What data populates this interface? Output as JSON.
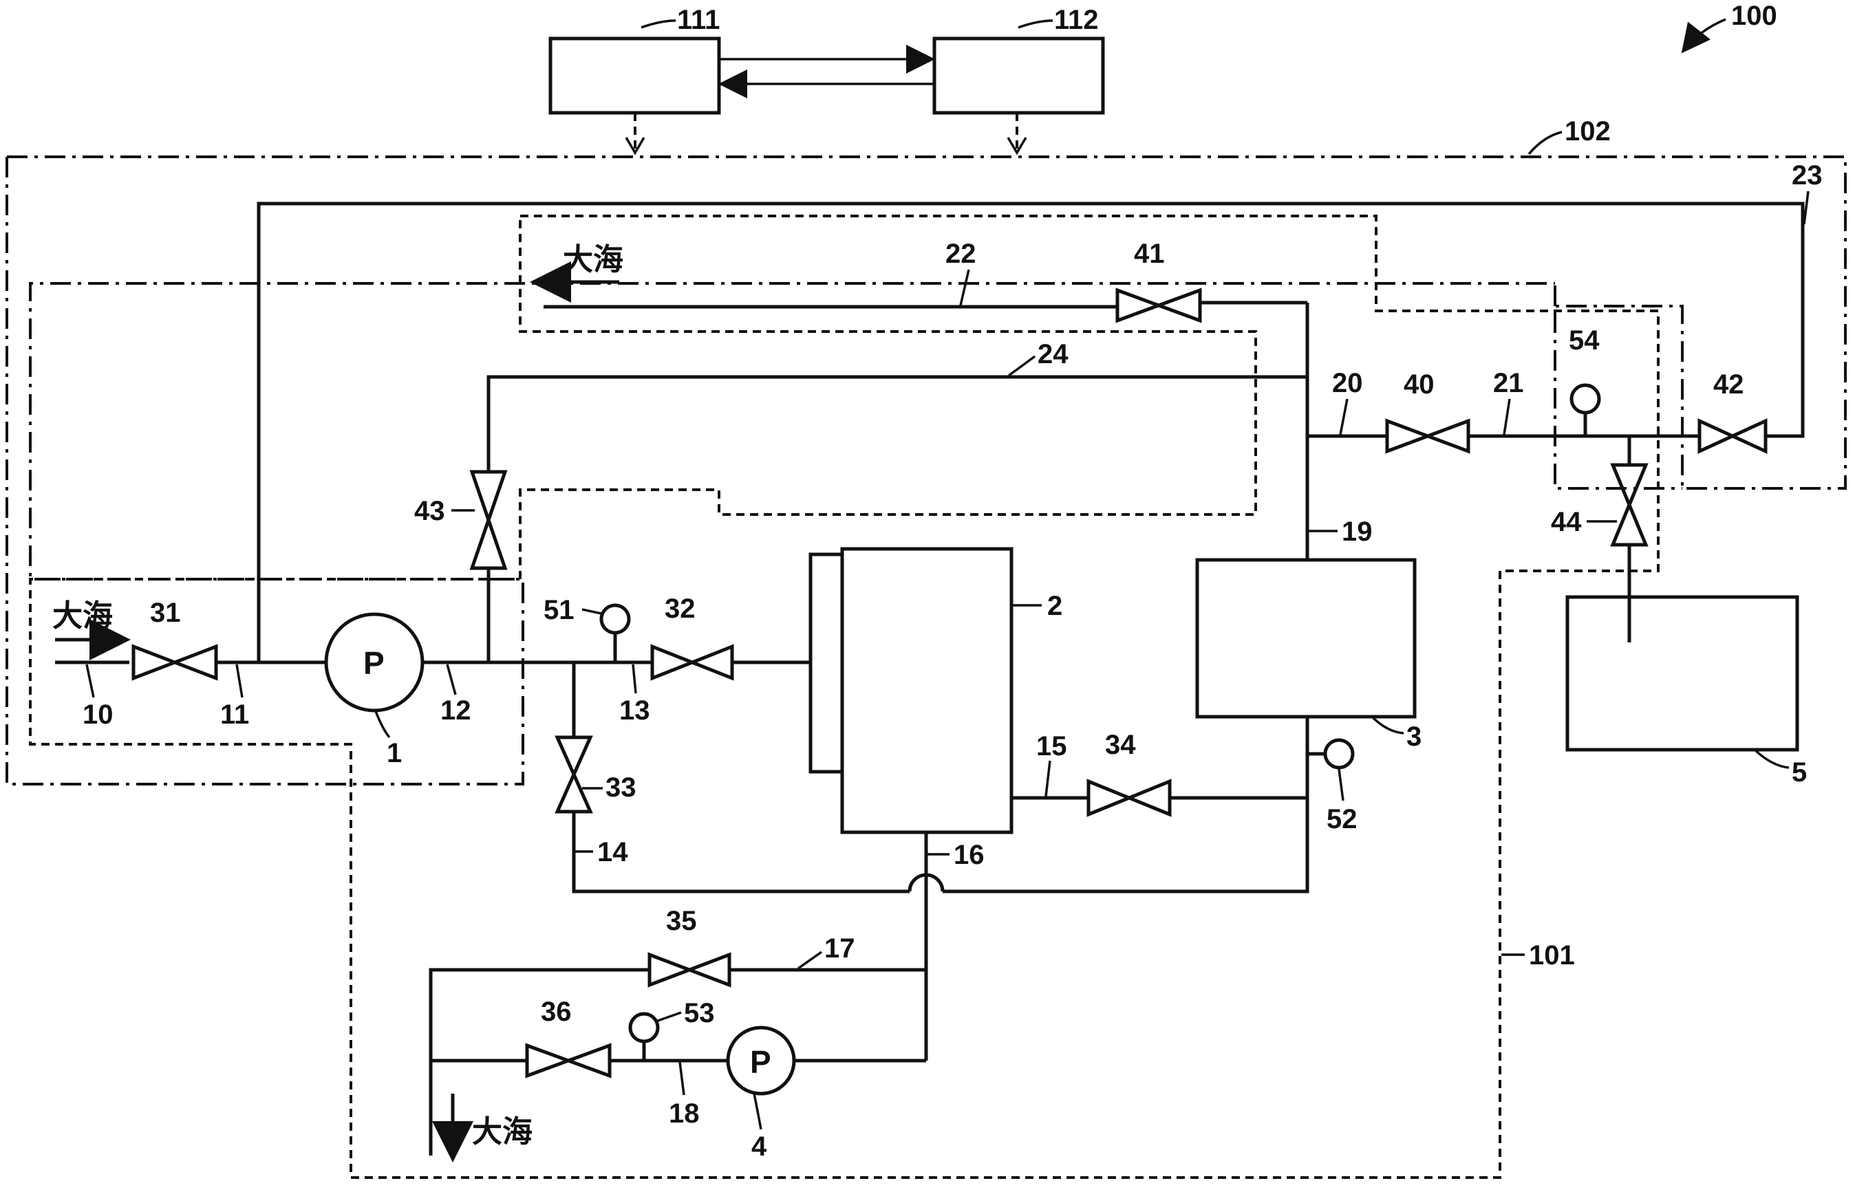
{
  "figure": {
    "system_ref": "100",
    "controllers": {
      "left": "111",
      "right": "112"
    },
    "regions": {
      "r101": "101",
      "r102": "102"
    },
    "sea_label": "大海",
    "pump_symbol": "P",
    "components": {
      "pump_1": "1",
      "unit_2": "2",
      "tank_3": "3",
      "pump_4": "4",
      "tank_5": "5"
    },
    "pipes": [
      "10",
      "11",
      "12",
      "13",
      "14",
      "15",
      "16",
      "17",
      "18",
      "19",
      "20",
      "21",
      "22",
      "23",
      "24"
    ],
    "valves": [
      "31",
      "32",
      "33",
      "34",
      "35",
      "36",
      "40",
      "41",
      "42",
      "43",
      "44"
    ],
    "sensors": [
      "51",
      "52",
      "53",
      "54"
    ]
  }
}
